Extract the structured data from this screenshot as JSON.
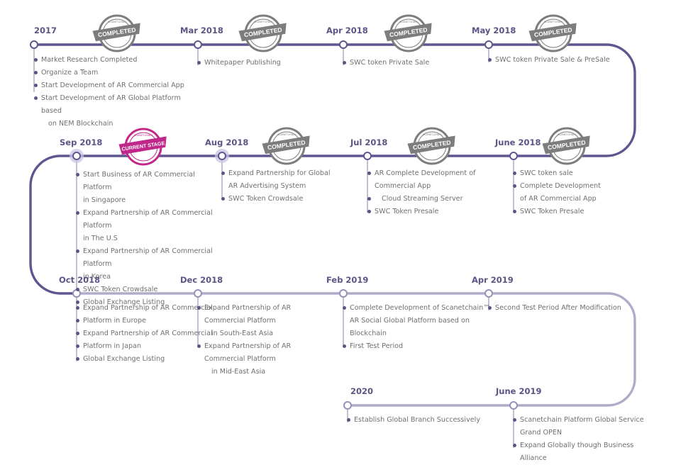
{
  "colors": {
    "track_dark": "#5f5691",
    "track_light": "#b0abc9",
    "text": "#6f6f6f",
    "label": "#5b5486",
    "stamp_grey": "#7d7d7d",
    "stamp_current": "#c0278b"
  },
  "stamps": {
    "completed": "COMPLETED",
    "current": "CURRENT STAGE",
    "ring_text": "SCANETCHAIN"
  },
  "milestones": [
    {
      "label": "2017",
      "stamp": "completed",
      "items": [
        "Market Research Completed",
        "Organize a Team",
        "Start Development of AR Commercial App",
        "Start Development of AR Global Platform based",
        "on NEM Blockchain"
      ]
    },
    {
      "label": "Mar 2018",
      "stamp": "completed",
      "items": [
        "Whitepaper Publishing"
      ]
    },
    {
      "label": "Apr 2018",
      "stamp": "completed",
      "items": [
        "SWC token Private Sale"
      ]
    },
    {
      "label": "May 2018",
      "stamp": "completed",
      "items": [
        "SWC token Private Sale & PreSale"
      ]
    },
    {
      "label": "June 2018",
      "stamp": "completed",
      "items": [
        "SWC token sale",
        "Complete Development",
        "of AR Commercial App",
        "SWC Token Presale"
      ]
    },
    {
      "label": "Jul 2018",
      "stamp": "completed",
      "items": [
        "AR Complete Development of Commercial App",
        "Cloud Streaming Server",
        "SWC Token Presale"
      ]
    },
    {
      "label": "Aug 2018",
      "stamp": "completed",
      "items": [
        "Expand Partnership for Global",
        "AR Advertising System",
        "SWC Token Crowdsale"
      ]
    },
    {
      "label": "Sep 2018",
      "stamp": "current",
      "items": [
        "Start Business of AR Commercial Platform",
        "in Singapore",
        "Expand Partnership of AR Commercial Platform",
        "in The U.S",
        "Expand Partnership of AR Commercial Platform",
        "in Korea",
        "SWC Token Crowdsale",
        "Global Exchange Listing"
      ]
    },
    {
      "label": "Oct 2018",
      "items": [
        "Expand Partnership of AR Commercial",
        "Platform in Europe",
        "Expand Partnership of AR Commercial",
        "Platform in Japan",
        "Global Exchange Listing"
      ]
    },
    {
      "label": "Dec 2018",
      "items": [
        "Expand Partnership of AR Commercial Platform",
        "in South-East Asia",
        "Expand Partnership of AR Commercial Platform",
        "in Mid-East Asia"
      ]
    },
    {
      "label": "Feb 2019",
      "items": [
        "Complete Development of Scanetchain™",
        "AR Social Global Platform based on",
        "Blockchain",
        "First Test Period"
      ]
    },
    {
      "label": "Apr 2019",
      "items": [
        "Second Test Period After Modification"
      ]
    },
    {
      "label": "June 2019",
      "items": [
        "Scanetchain Platform Global Service",
        "Grand OPEN",
        "Expand Globally though Business",
        "Alliance"
      ]
    },
    {
      "label": "2020",
      "items": [
        "Establish Global Branch Successively"
      ]
    }
  ]
}
